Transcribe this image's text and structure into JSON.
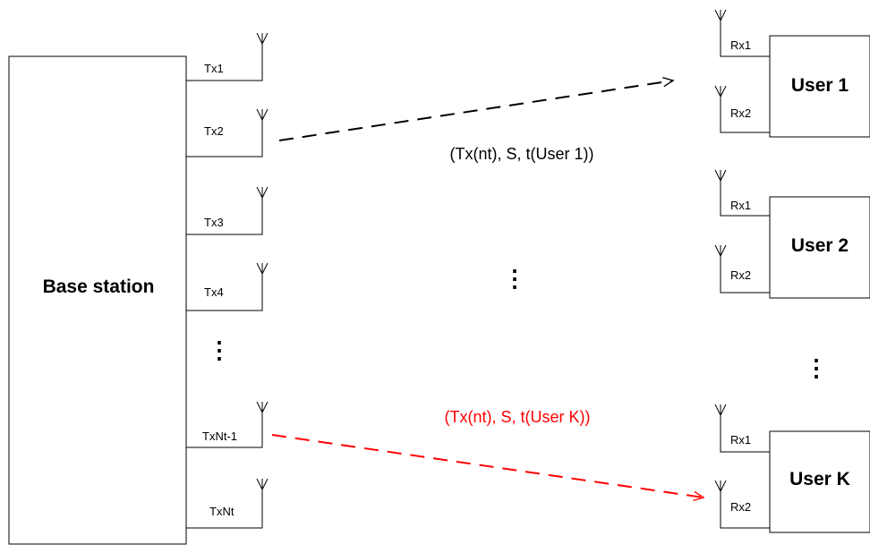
{
  "base_station": {
    "label": "Base station",
    "tx_antennas": [
      "Tx1",
      "Tx2",
      "Tx3",
      "Tx4",
      "TxNt-1",
      "TxNt"
    ],
    "ellipsis": "⋮"
  },
  "users": [
    {
      "label": "User 1",
      "rx_antennas": [
        "Rx1",
        "Rx2"
      ]
    },
    {
      "label": "User 2",
      "rx_antennas": [
        "Rx1",
        "Rx2"
      ]
    },
    {
      "label": "User K",
      "rx_antennas": [
        "Rx1",
        "Rx2"
      ]
    }
  ],
  "users_ellipsis": "⋮",
  "middle_ellipsis": "⋮",
  "links": [
    {
      "label": "(Tx(nt), S, t(User 1))",
      "color": "#000000"
    },
    {
      "label": "(Tx(nt), S, t(User K))",
      "color": "#ff0000"
    }
  ],
  "colors": {
    "line": "#000000",
    "highlight": "#ff0000"
  }
}
